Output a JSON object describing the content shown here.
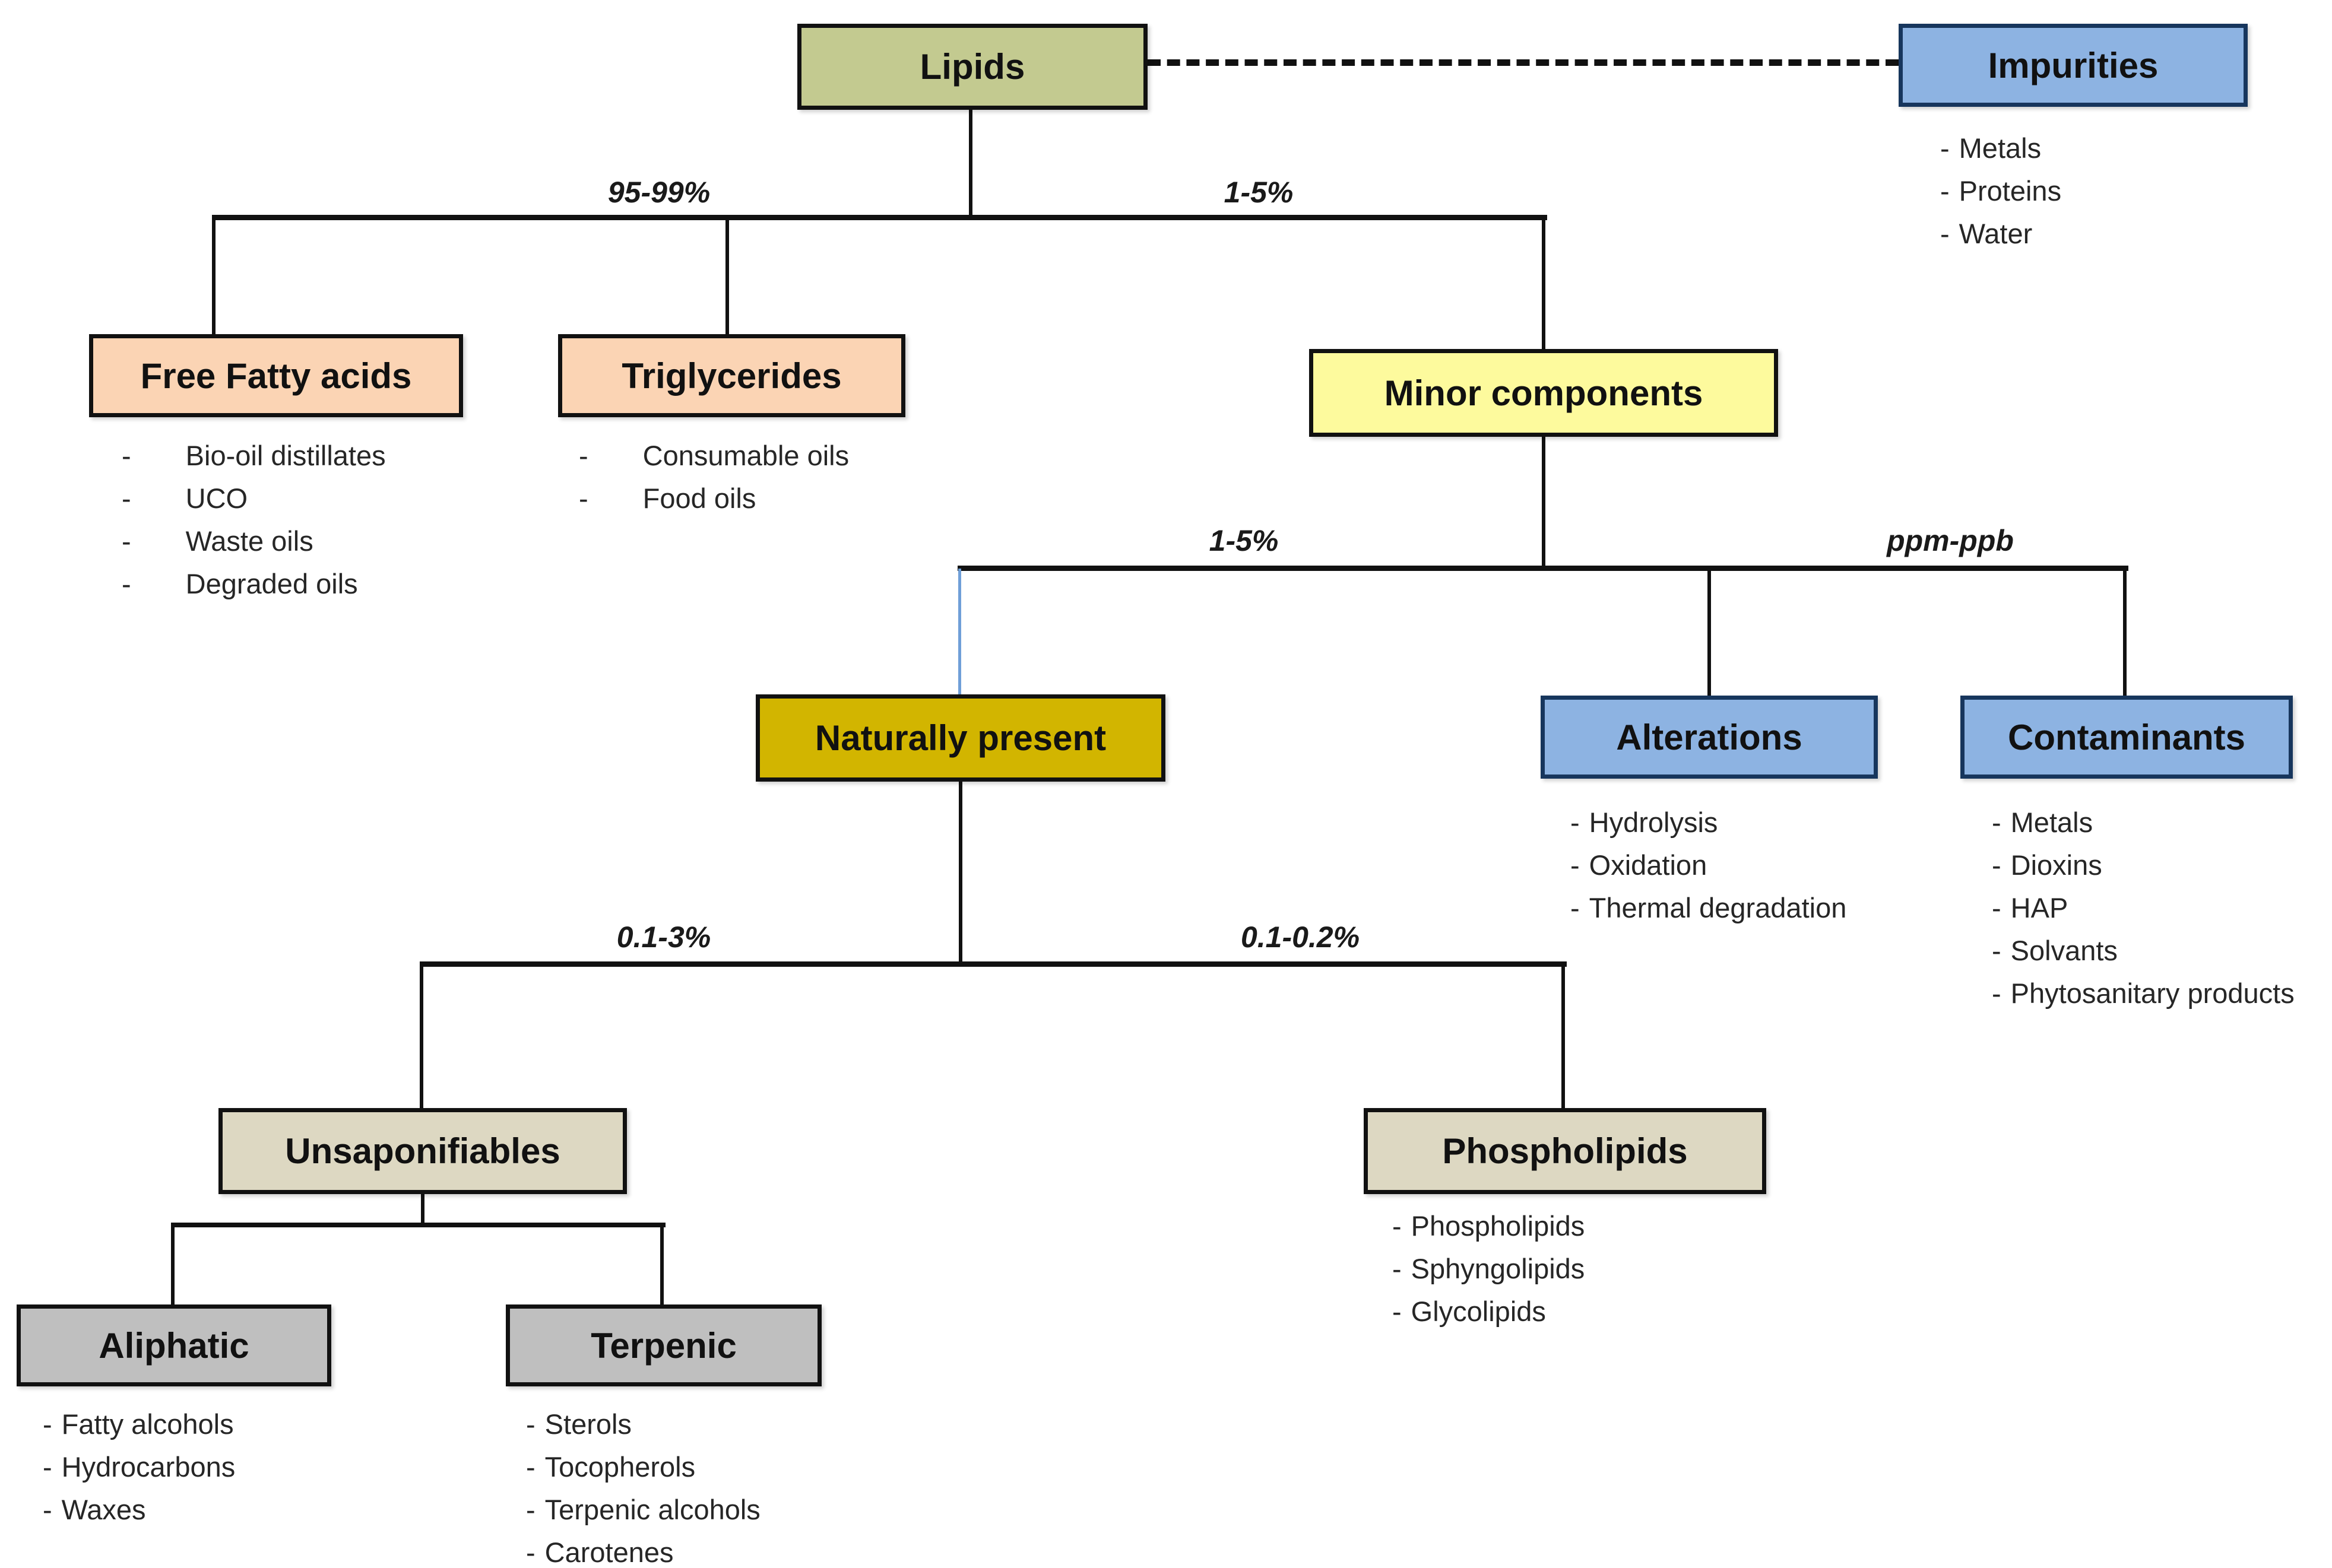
{
  "palette": {
    "olive_fill": "#c3ca90",
    "blue_fill": "#8db3e2",
    "blue_border": "#17365d",
    "peach_fill": "#fbd4b4",
    "yellow_fill": "#fdfa9d",
    "gold_fill": "#d2b500",
    "tan_fill": "#ddd8c2",
    "gray_fill": "#bfbfbf",
    "black_border": "#111111",
    "blue_connector": "#6f9fd8",
    "line_color": "#111111"
  },
  "nodes": {
    "lipids": {
      "title": "Lipids",
      "fill": "#c3ca90",
      "border": "#111111"
    },
    "impurities": {
      "title": "Impurities",
      "fill": "#8db3e2",
      "border": "#17365d"
    },
    "free_fatty_acids": {
      "title": "Free Fatty acids",
      "fill": "#fbd4b4",
      "border": "#111111"
    },
    "triglycerides": {
      "title": "Triglycerides",
      "fill": "#fbd4b4",
      "border": "#111111"
    },
    "minor_components": {
      "title": "Minor components",
      "fill": "#fdfa9d",
      "border": "#111111"
    },
    "naturally_present": {
      "title": "Naturally present",
      "fill": "#d2b500",
      "border": "#111111"
    },
    "alterations": {
      "title": "Alterations",
      "fill": "#8db3e2",
      "border": "#17365d"
    },
    "contaminants": {
      "title": "Contaminants",
      "fill": "#8db3e2",
      "border": "#17365d"
    },
    "unsaponifiables": {
      "title": "Unsaponifiables",
      "fill": "#ddd8c2",
      "border": "#111111"
    },
    "phospholipids": {
      "title": "Phospholipids",
      "fill": "#ddd8c2",
      "border": "#111111"
    },
    "aliphatic": {
      "title": "Aliphatic",
      "fill": "#bfbfbf",
      "border": "#111111"
    },
    "terpenic": {
      "title": "Terpenic",
      "fill": "#bfbfbf",
      "border": "#111111"
    }
  },
  "labels": {
    "level1_left": "95-99%",
    "level1_right": "1-5%",
    "level2_left": "1-5%",
    "level2_right": "ppm-ppb",
    "level3_left": "0.1-3%",
    "level3_right": "0.1-0.2%"
  },
  "bullet": "-",
  "lists": {
    "impurities": [
      "Metals",
      "Proteins",
      "Water"
    ],
    "free_fatty_acids": [
      "Bio-oil distillates",
      "UCO",
      "Waste oils",
      "Degraded oils"
    ],
    "triglycerides": [
      "Consumable oils",
      "Food oils"
    ],
    "alterations": [
      "Hydrolysis",
      "Oxidation",
      "Thermal degradation"
    ],
    "contaminants": [
      "Metals",
      "Dioxins",
      "HAP",
      "Solvants",
      "Phytosanitary products"
    ],
    "phospholipids": [
      "Phospholipids",
      "Sphyngolipids",
      "Glycolipids"
    ],
    "aliphatic": [
      "Fatty alcohols",
      "Hydrocarbons",
      "Waxes"
    ],
    "terpenic": [
      "Sterols",
      "Tocopherols",
      "Terpenic alcohols",
      "Carotenes"
    ]
  }
}
